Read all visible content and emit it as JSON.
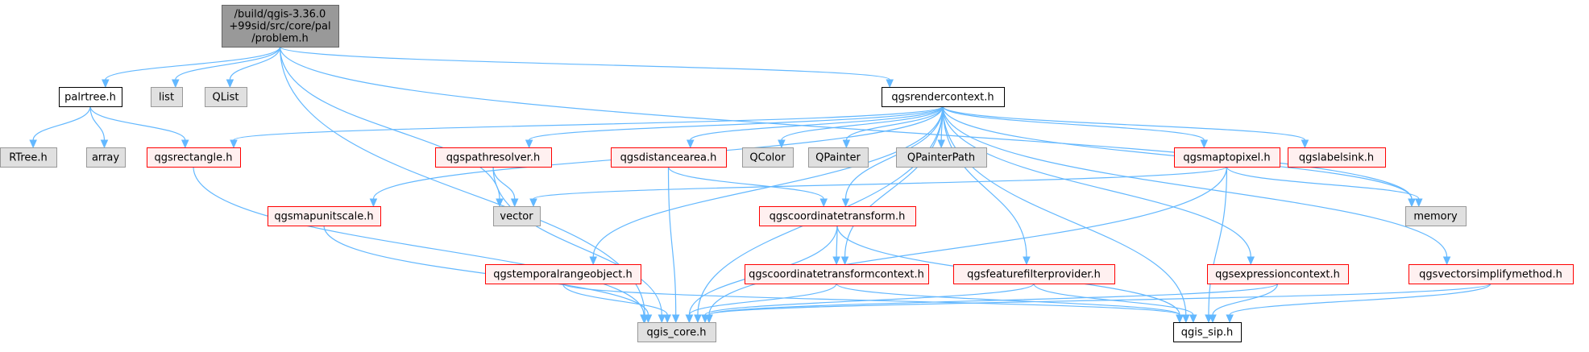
{
  "graph": {
    "kind": "include dependency graph",
    "colors": {
      "edge": "#63b8ff",
      "root_fill": "#999999",
      "root_border": "#666666",
      "plain_fill": "#ffffff",
      "plain_border": "#000000",
      "linked_fill": "#fff0f0",
      "linked_border": "#ff0000",
      "external_fill": "#e0e0e0",
      "external_border": "#999999"
    },
    "nodes": [
      {
        "id": "root",
        "lines": [
          "/build/qgis-3.36.0",
          "+99sid/src/core/pal",
          "/problem.h"
        ],
        "style": "root"
      },
      {
        "id": "palrtree",
        "lines": [
          "palrtree.h"
        ],
        "style": "plain"
      },
      {
        "id": "list",
        "lines": [
          "list"
        ],
        "style": "external"
      },
      {
        "id": "qlist",
        "lines": [
          "QList"
        ],
        "style": "external"
      },
      {
        "id": "qgsrendercontext",
        "lines": [
          "qgsrendercontext.h"
        ],
        "style": "plain"
      },
      {
        "id": "rtree",
        "lines": [
          "RTree.h"
        ],
        "style": "external"
      },
      {
        "id": "array",
        "lines": [
          "array"
        ],
        "style": "external"
      },
      {
        "id": "qgsrectangle",
        "lines": [
          "qgsrectangle.h"
        ],
        "style": "linked"
      },
      {
        "id": "qgspathresolver",
        "lines": [
          "qgspathresolver.h"
        ],
        "style": "linked"
      },
      {
        "id": "qgsdistancearea",
        "lines": [
          "qgsdistancearea.h"
        ],
        "style": "linked"
      },
      {
        "id": "qcolor",
        "lines": [
          "QColor"
        ],
        "style": "external"
      },
      {
        "id": "qpainter",
        "lines": [
          "QPainter"
        ],
        "style": "external"
      },
      {
        "id": "qpainterpath",
        "lines": [
          "QPainterPath"
        ],
        "style": "external"
      },
      {
        "id": "qgsmaptopixel",
        "lines": [
          "qgsmaptopixel.h"
        ],
        "style": "linked"
      },
      {
        "id": "qgslabelsink",
        "lines": [
          "qgslabelsink.h"
        ],
        "style": "linked"
      },
      {
        "id": "vector",
        "lines": [
          "vector"
        ],
        "style": "external"
      },
      {
        "id": "memory",
        "lines": [
          "memory"
        ],
        "style": "external"
      },
      {
        "id": "qgsmapunitscale",
        "lines": [
          "qgsmapunitscale.h"
        ],
        "style": "linked"
      },
      {
        "id": "qgscoordinatetransform",
        "lines": [
          "qgscoordinatetransform.h"
        ],
        "style": "linked"
      },
      {
        "id": "qgstemporalrangeobject",
        "lines": [
          "qgstemporalrangeobject.h"
        ],
        "style": "linked"
      },
      {
        "id": "qgscoordinatetransformcontext",
        "lines": [
          "qgscoordinatetransformcontext.h"
        ],
        "style": "linked"
      },
      {
        "id": "qgsfeaturefilterprovider",
        "lines": [
          "qgsfeaturefilterprovider.h"
        ],
        "style": "linked"
      },
      {
        "id": "qgsexpressioncontext",
        "lines": [
          "qgsexpressioncontext.h"
        ],
        "style": "linked"
      },
      {
        "id": "qgsvectorsimplifymethod",
        "lines": [
          "qgsvectorsimplifymethod.h"
        ],
        "style": "linked"
      },
      {
        "id": "qgis_core",
        "lines": [
          "qgis_core.h"
        ],
        "style": "external"
      },
      {
        "id": "qgis_sip",
        "lines": [
          "qgis_sip.h"
        ],
        "style": "plain"
      }
    ],
    "edges": [
      {
        "from": "root",
        "to": "palrtree"
      },
      {
        "from": "root",
        "to": "list"
      },
      {
        "from": "root",
        "to": "qlist"
      },
      {
        "from": "root",
        "to": "qgsrendercontext"
      },
      {
        "from": "root",
        "to": "vector"
      },
      {
        "from": "root",
        "to": "memory"
      },
      {
        "from": "root",
        "to": "qgis_core"
      },
      {
        "from": "palrtree",
        "to": "rtree"
      },
      {
        "from": "palrtree",
        "to": "array"
      },
      {
        "from": "palrtree",
        "to": "qgsrectangle"
      },
      {
        "from": "qgsrectangle",
        "to": "qgis_core"
      },
      {
        "from": "qgsrendercontext",
        "to": "qgsrectangle"
      },
      {
        "from": "qgsrendercontext",
        "to": "qgis_core"
      },
      {
        "from": "qgsrendercontext",
        "to": "qgsmapunitscale"
      },
      {
        "from": "qgsrendercontext",
        "to": "qgstemporalrangeobject"
      },
      {
        "from": "qgsrendercontext",
        "to": "qgspathresolver"
      },
      {
        "from": "qgsrendercontext",
        "to": "qgsdistancearea"
      },
      {
        "from": "qgsrendercontext",
        "to": "qcolor"
      },
      {
        "from": "qgsrendercontext",
        "to": "qpainter"
      },
      {
        "from": "qgsrendercontext",
        "to": "qpainterpath"
      },
      {
        "from": "qgsrendercontext",
        "to": "qgscoordinatetransform"
      },
      {
        "from": "qgsrendercontext",
        "to": "qgscoordinatetransformcontext"
      },
      {
        "from": "qgsrendercontext",
        "to": "qgsfeaturefilterprovider"
      },
      {
        "from": "qgsrendercontext",
        "to": "qgsexpressioncontext"
      },
      {
        "from": "qgsrendercontext",
        "to": "qgsmaptopixel"
      },
      {
        "from": "qgsrendercontext",
        "to": "qgslabelsink"
      },
      {
        "from": "qgsrendercontext",
        "to": "memory"
      },
      {
        "from": "qgsrendercontext",
        "to": "qgsvectorsimplifymethod"
      },
      {
        "from": "qgsrendercontext",
        "to": "qgis_sip"
      },
      {
        "from": "qgsmapunitscale",
        "to": "qgis_core"
      },
      {
        "from": "qgspathresolver",
        "to": "vector"
      },
      {
        "from": "qgspathresolver",
        "to": "qgis_core"
      },
      {
        "from": "qgsdistancearea",
        "to": "qgscoordinatetransform"
      },
      {
        "from": "qgsdistancearea",
        "to": "qgis_core"
      },
      {
        "from": "qgscoordinatetransform",
        "to": "qgscoordinatetransformcontext"
      },
      {
        "from": "qgscoordinatetransform",
        "to": "qgis_core"
      },
      {
        "from": "qgscoordinatetransform",
        "to": "qgis_sip"
      },
      {
        "from": "qgsmaptopixel",
        "to": "vector"
      },
      {
        "from": "qgsmaptopixel",
        "to": "memory"
      },
      {
        "from": "qgsmaptopixel",
        "to": "qgis_core"
      },
      {
        "from": "qgsmaptopixel",
        "to": "qgis_sip"
      },
      {
        "from": "qgstemporalrangeobject",
        "to": "qgis_core"
      },
      {
        "from": "qgstemporalrangeobject",
        "to": "qgis_sip"
      },
      {
        "from": "qgscoordinatetransformcontext",
        "to": "qgis_core"
      },
      {
        "from": "qgscoordinatetransformcontext",
        "to": "qgis_sip"
      },
      {
        "from": "qgsfeaturefilterprovider",
        "to": "qgis_core"
      },
      {
        "from": "qgsfeaturefilterprovider",
        "to": "qgis_sip"
      },
      {
        "from": "qgsexpressioncontext",
        "to": "qgis_core"
      },
      {
        "from": "qgsexpressioncontext",
        "to": "qgis_sip"
      },
      {
        "from": "qgsvectorsimplifymethod",
        "to": "qgis_core"
      },
      {
        "from": "qgsvectorsimplifymethod",
        "to": "qgis_sip"
      }
    ]
  }
}
